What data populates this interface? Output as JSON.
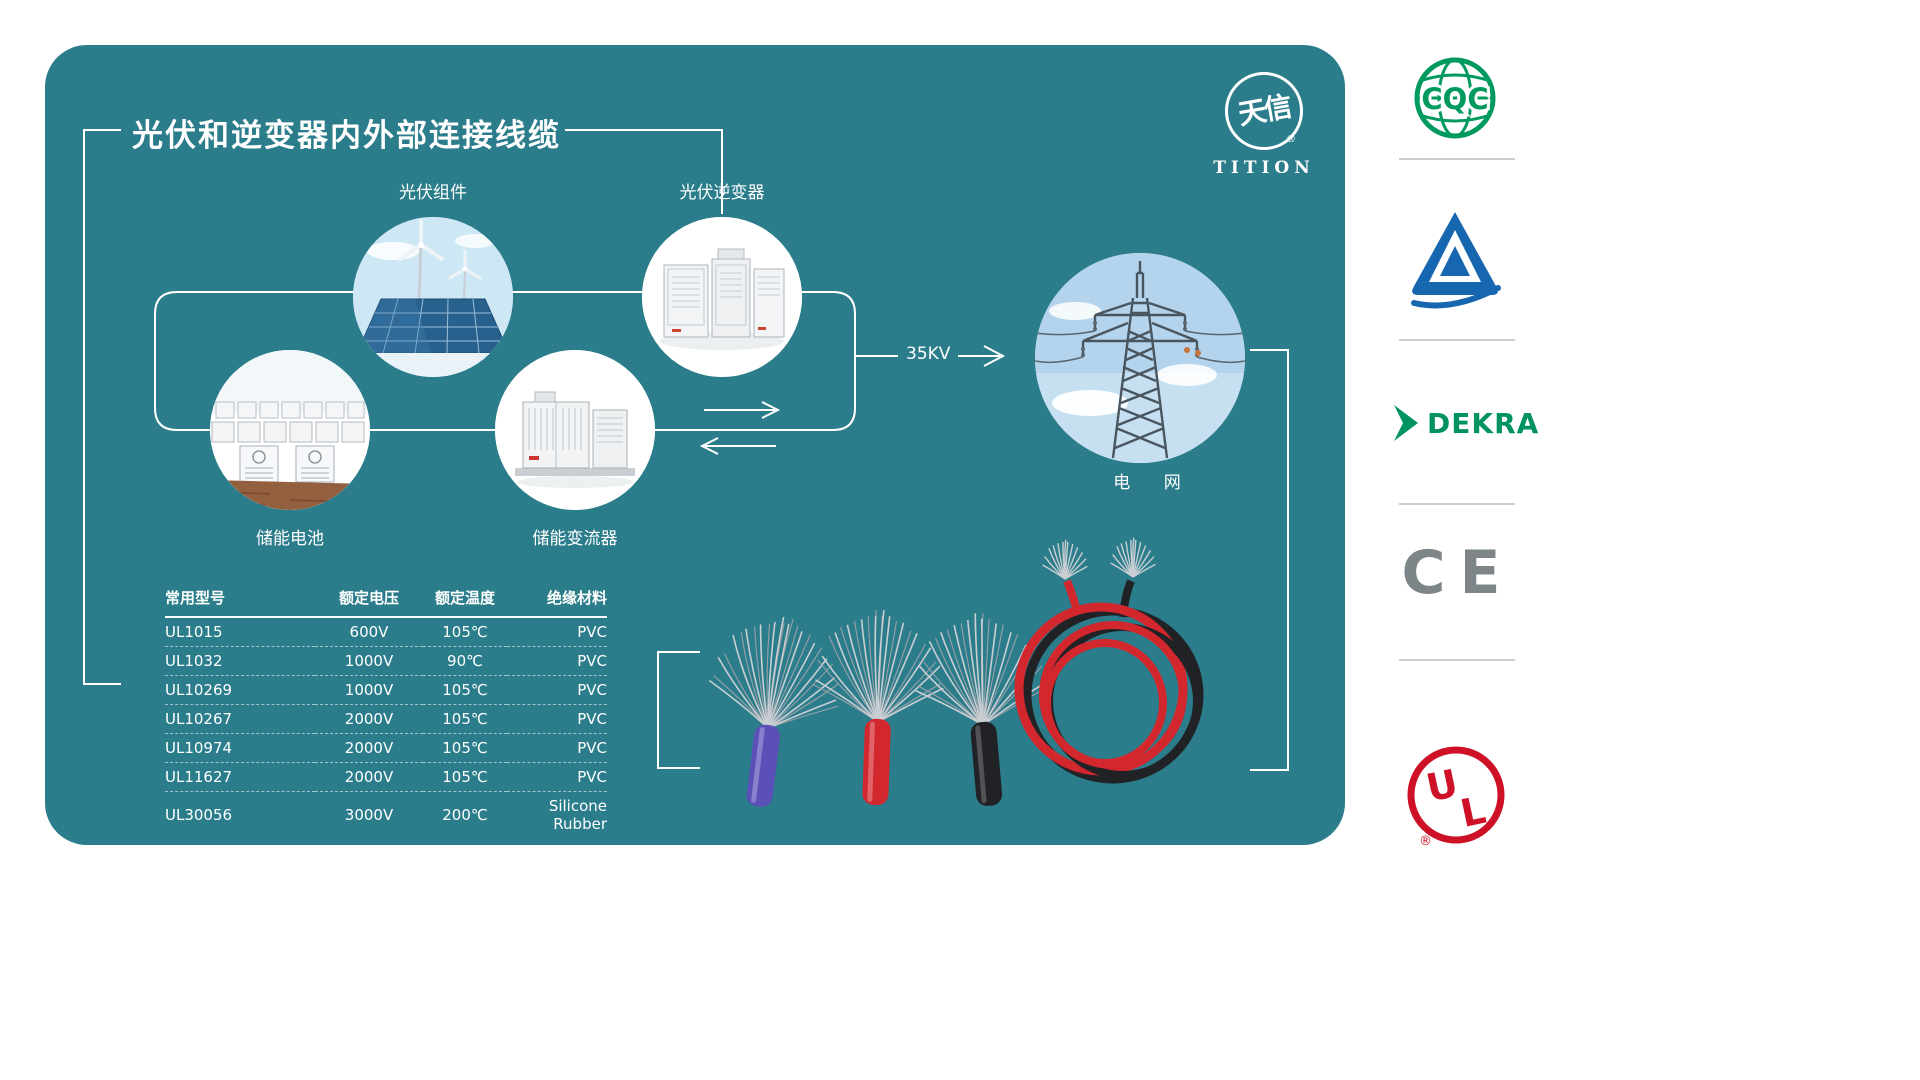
{
  "title": "光伏和逆变器内外部连接线缆",
  "brand": {
    "logo_text": "天信",
    "reg_mark": "®",
    "name": "TITION"
  },
  "flow": {
    "pv_label": "光伏组件",
    "inverter_label": "光伏逆变器",
    "battery_label": "储能电池",
    "converter_label": "储能变流器",
    "grid_label": "电 网",
    "voltage_label": "35KV"
  },
  "table": {
    "headers": [
      "常用型号",
      "额定电压",
      "额定温度",
      "绝缘材料"
    ],
    "rows": [
      [
        "UL1015",
        "600V",
        "105℃",
        "PVC"
      ],
      [
        "UL1032",
        "1000V",
        "90℃",
        "PVC"
      ],
      [
        "UL10269",
        "1000V",
        "105℃",
        "PVC"
      ],
      [
        "UL10267",
        "2000V",
        "105℃",
        "PVC"
      ],
      [
        "UL10974",
        "2000V",
        "105℃",
        "PVC"
      ],
      [
        "UL11627",
        "2000V",
        "105℃",
        "PVC"
      ],
      [
        "UL30056",
        "3000V",
        "200℃",
        "Silicone Rubber"
      ]
    ]
  },
  "certifications": {
    "cqc": "CQC",
    "dekra": "DEKRA",
    "ce": "CE",
    "ul_u": "U",
    "ul_l": "L",
    "ul_reg": "®"
  },
  "colors": {
    "panel": "#2b7d8b",
    "line": "#ffffff",
    "cqc-green": "#009a5e",
    "tuv-blue": "#1767b0",
    "dekra-green": "#00935f",
    "ce-gray": "#7e8589",
    "ul-red": "#ce1126",
    "cable-purple": "#5b50b8",
    "cable-red": "#d3272e",
    "cable-black": "#202225"
  }
}
